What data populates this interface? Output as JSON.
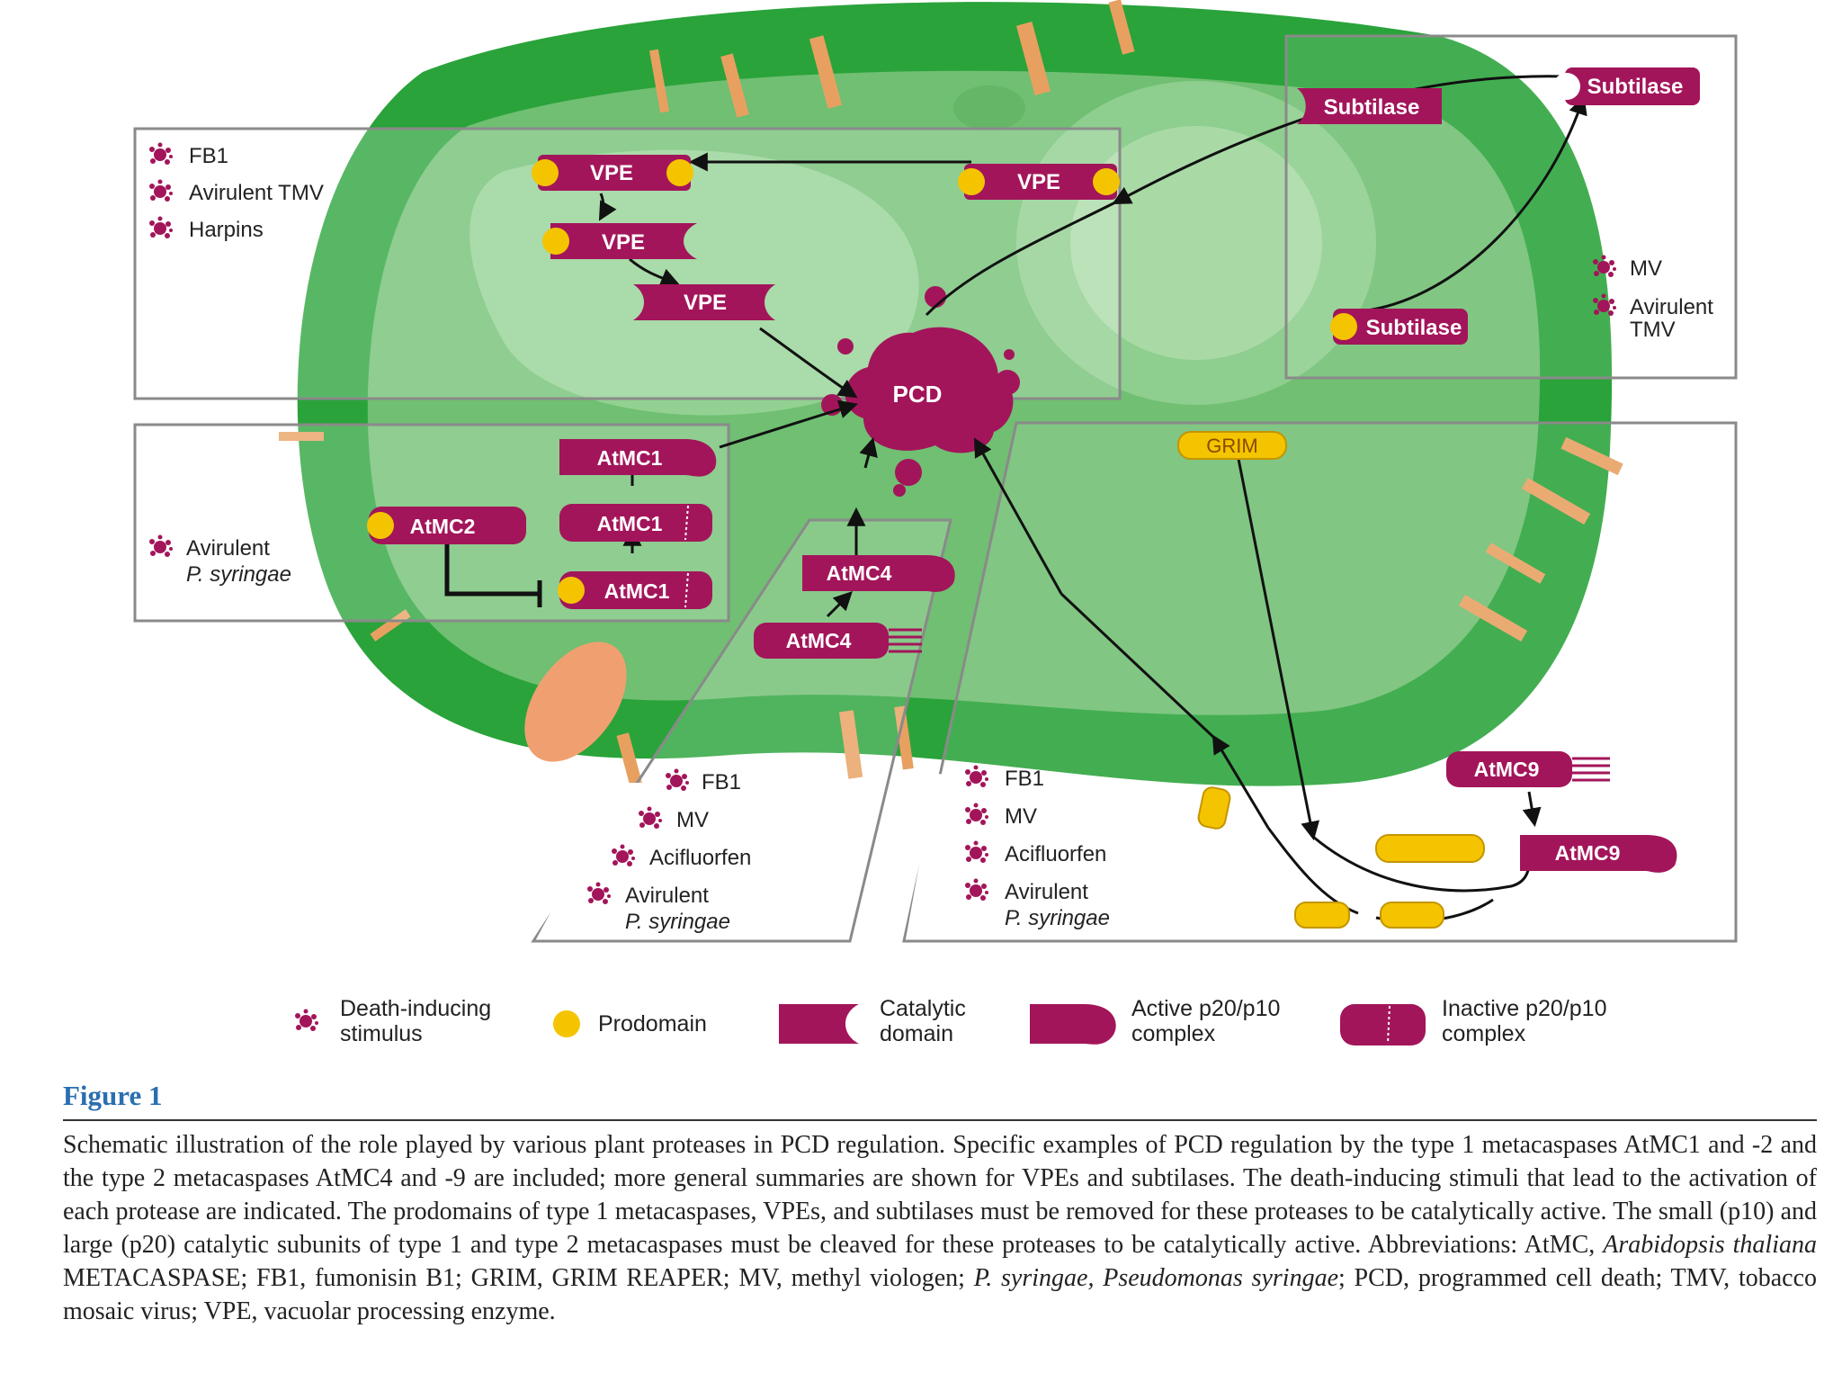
{
  "boxes": {
    "vpe": {
      "stimuli": [
        "FB1",
        "Avirulent TMV",
        "Harpins"
      ],
      "enzymes": [
        "VPE",
        "VPE",
        "VPE",
        "VPE"
      ]
    },
    "subtilase": {
      "stimuli": [
        "MV",
        "Avirulent",
        "TMV"
      ],
      "enzymes": [
        "Subtilase",
        "Subtilase",
        "Subtilase"
      ]
    },
    "atmc1": {
      "stimulus_line1": "Avirulent",
      "stimulus_line2": "P. syringae",
      "enzymes": [
        "AtMC1",
        "AtMC1",
        "AtMC1",
        "AtMC2"
      ]
    },
    "atmc4": {
      "enzymes": [
        "AtMC4",
        "AtMC4"
      ],
      "stimuli": [
        "FB1",
        "MV",
        "Acifluorfen",
        "Avirulent"
      ],
      "stimulus_italic": "P. syringae"
    },
    "atmc9": {
      "enzymes": [
        "AtMC9",
        "AtMC9",
        "GRIM"
      ],
      "stimuli": [
        "FB1",
        "MV",
        "Acifluorfen",
        "Avirulent"
      ],
      "stimulus_italic": "P. syringae"
    }
  },
  "center_label": "PCD",
  "legend": [
    {
      "line1": "Death-inducing",
      "line2": "stimulus"
    },
    {
      "line1": "Prodomain",
      "line2": ""
    },
    {
      "line1": "Catalytic",
      "line2": "domain"
    },
    {
      "line1": "Active p20/p10",
      "line2": "complex"
    },
    {
      "line1": "Inactive p20/p10",
      "line2": "complex"
    }
  ],
  "figure_title": "Figure 1",
  "caption": {
    "part1": "Schematic illustration of the role played by various plant proteases in PCD regulation. Specific examples of PCD regulation by the type 1 metacaspases AtMC1 and -2 and the type 2 metacaspases AtMC4 and -9 are included; more general summaries are shown for VPEs and subtilases. The death-inducing stimuli that lead to the activation of each protease are indicated. The prodomains of type 1 metacaspases, VPEs, and subtilases must be removed for these proteases to be catalytically active. The small (p10) and large (p20) catalytic subunits of type 1 and type 2 metacaspases must be cleaved for these proteases to be catalytically active. Abbreviations: AtMC,",
    "italic1": "Arabidopsis thaliana",
    "part2": "METACASPASE; FB1, fumonisin B1; GRIM, GRIM REAPER; MV, methyl viologen;",
    "italic2": "P. syringae, Pseudomonas syringae",
    "part3": "; PCD, programmed cell death; TMV, tobacco mosaic virus; VPE, vacuolar processing enzyme."
  },
  "colors": {
    "cell_dark": "#2aa33a",
    "cell_light": "#7cc47c",
    "enzyme": "#a3155a",
    "prodomain": "#f5c400",
    "wall_pegs": "#e8a060",
    "box_border": "#8a8a8a",
    "title_blue": "#2a6fb0"
  }
}
